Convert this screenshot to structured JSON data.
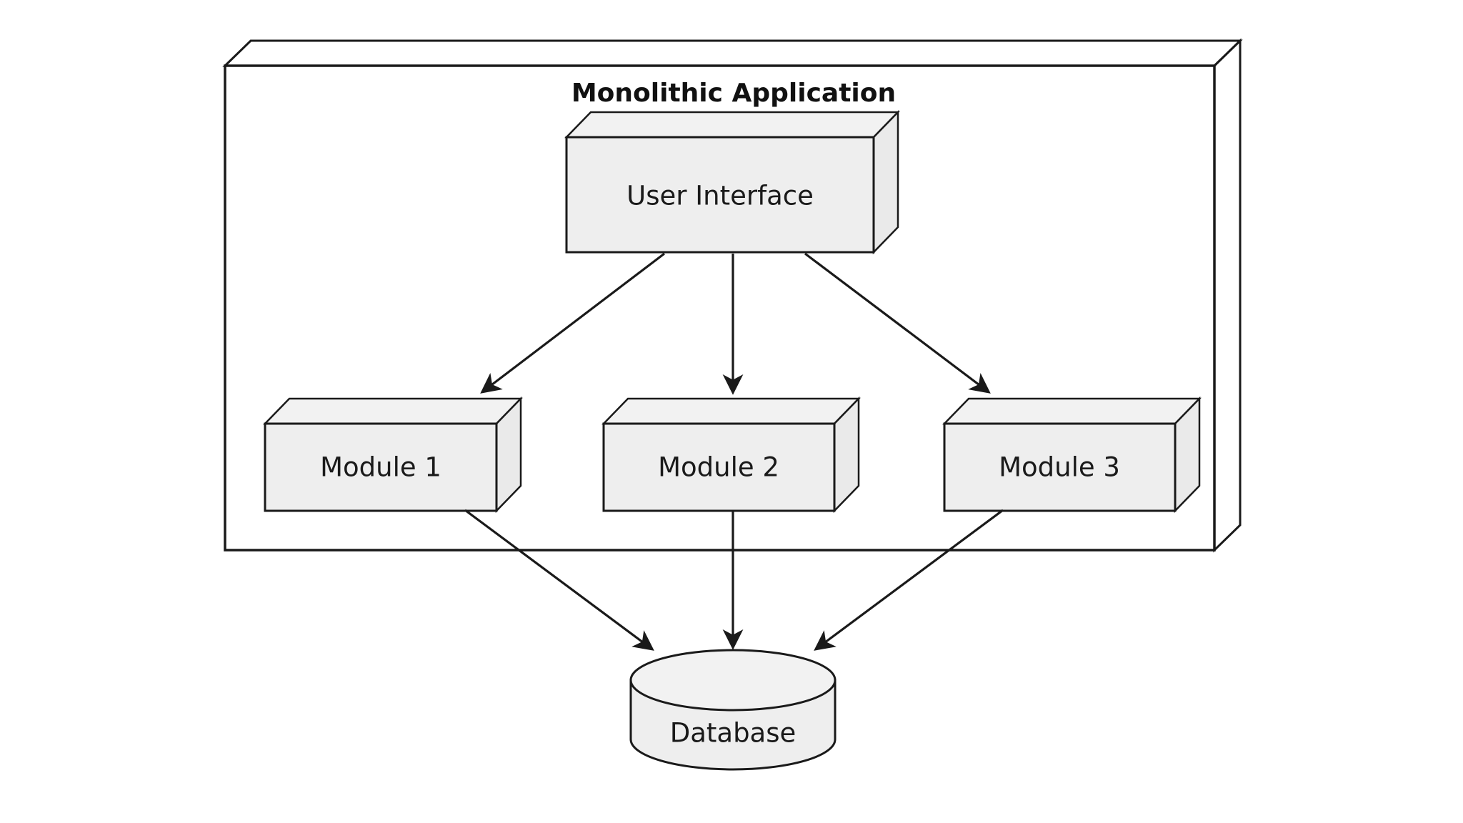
{
  "diagram": {
    "type": "architecture-block-diagram",
    "title": "Monolithic Application",
    "background_color": "#ffffff",
    "node_fill_color": "#eeeeee",
    "node_stroke_color": "#1a1a1a",
    "container": {
      "label": "Monolithic Application",
      "shape": "3d-box-outline"
    },
    "nodes": [
      {
        "id": "ui",
        "label": "User Interface",
        "shape": "3d-box",
        "layer": "presentation"
      },
      {
        "id": "module1",
        "label": "Module 1",
        "shape": "3d-box",
        "layer": "business"
      },
      {
        "id": "module2",
        "label": "Module 2",
        "shape": "3d-box",
        "layer": "business"
      },
      {
        "id": "module3",
        "label": "Module 3",
        "shape": "3d-box",
        "layer": "business"
      },
      {
        "id": "database",
        "label": "Database",
        "shape": "cylinder",
        "layer": "data"
      }
    ],
    "edges": [
      {
        "from": "ui",
        "to": "module1",
        "style": "solid",
        "arrow": "open"
      },
      {
        "from": "ui",
        "to": "module2",
        "style": "solid",
        "arrow": "open"
      },
      {
        "from": "ui",
        "to": "module3",
        "style": "solid",
        "arrow": "open"
      },
      {
        "from": "module1",
        "to": "database",
        "style": "solid",
        "arrow": "open"
      },
      {
        "from": "module2",
        "to": "database",
        "style": "solid",
        "arrow": "open"
      },
      {
        "from": "module3",
        "to": "database",
        "style": "solid",
        "arrow": "open"
      }
    ]
  }
}
